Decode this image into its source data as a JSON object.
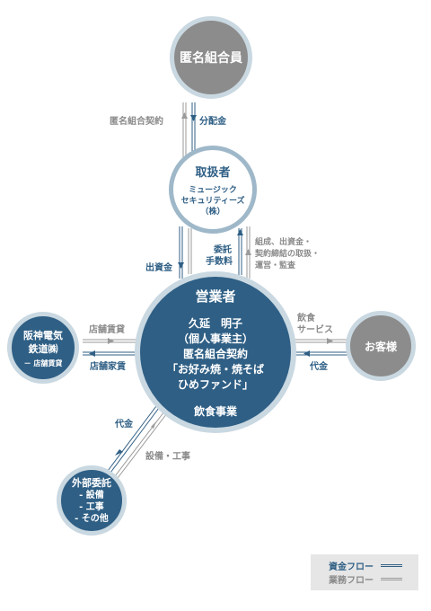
{
  "nodes": {
    "investors": "匿名組合員",
    "handler": {
      "title": "取扱者",
      "line1": "ミュージック",
      "line2": "セキュリティーズ",
      "line3": "（株）"
    },
    "operator": {
      "title": "営業者",
      "line1": "久延　明子",
      "line2": "（個人事業主）",
      "line3": "匿名組合契約",
      "line4": "「お好み焼・焼そば",
      "line5": "ひめファンド」",
      "business": "飲食事業"
    },
    "customer": "お客様",
    "hanshin": {
      "line1": "阪神電気",
      "line2": "鉄道㈱",
      "line3": "－ 店舗賃貸"
    },
    "outsource": {
      "title": "外部委託",
      "item1": "- 設備",
      "item2": "- 工事",
      "item3": "- その他"
    }
  },
  "flows": {
    "contract": "匿名組合契約",
    "distribution": "分配金",
    "investment": "出資金",
    "commission_line1": "委託",
    "commission_line2": "手数料",
    "services_line1": "組成、出資金・",
    "services_line2": "契約締結の取扱・",
    "services_line3": "運営・監査",
    "store_lease": "店舗賃貸",
    "store_rent": "店舗家賃",
    "food_line1": "飲食",
    "food_line2": "サービス",
    "customer_payment": "代金",
    "outsource_payment": "代金",
    "equipment": "設備・工事"
  },
  "legend": {
    "money_flow": "資金フロー",
    "business_flow": "業務フロー"
  },
  "colors": {
    "money": "#2f5f85",
    "business": "#9a9a9a"
  }
}
